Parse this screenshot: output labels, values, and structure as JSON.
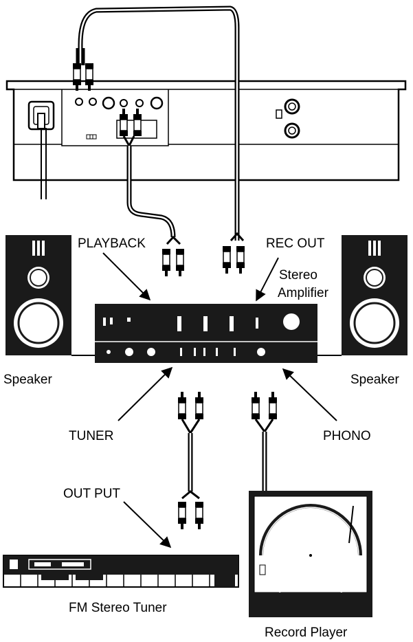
{
  "labels": {
    "playback": "PLAYBACK",
    "rec_out": "REC OUT",
    "stereo": "Stereo",
    "amplifier": "Amplifier",
    "speaker_left": "Speaker",
    "speaker_right": "Speaker",
    "tuner": "TUNER",
    "phono": "PHONO",
    "output": "OUT PUT",
    "fm_tuner": "FM Stereo Tuner",
    "record_player": "Record Player"
  },
  "colors": {
    "ink": "#000000",
    "paper": "#ffffff",
    "panel": "#1a1a1a"
  }
}
